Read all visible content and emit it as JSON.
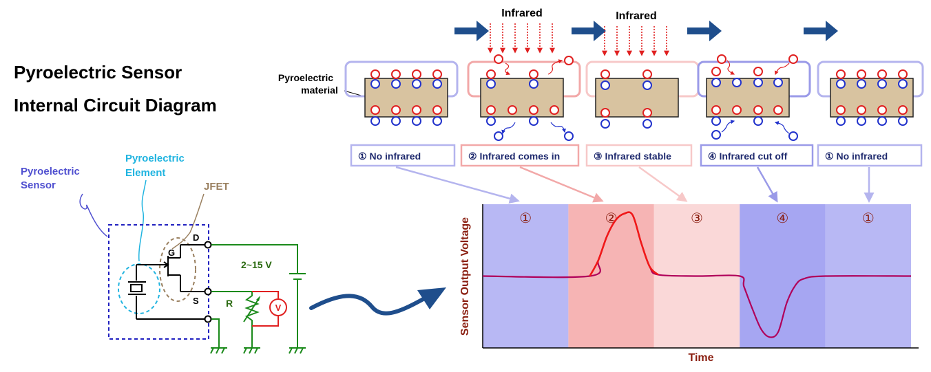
{
  "title": {
    "line1": "Pyroelectric Sensor",
    "line2": "Internal Circuit Diagram"
  },
  "infrared_labels": [
    "Infrared",
    "Infrared"
  ],
  "material_label": {
    "line1": "Pyroelectric",
    "line2": "material"
  },
  "stages": [
    {
      "num": "①",
      "label": "No infrared"
    },
    {
      "num": "②",
      "label": "Infrared comes in"
    },
    {
      "num": "③",
      "label": "Infrared stable"
    },
    {
      "num": "④",
      "label": "Infrared cut off"
    },
    {
      "num": "①",
      "label": "No infrared"
    }
  ],
  "circuit": {
    "sensor_label": {
      "line1": "Pyroelectric",
      "line2": "Sensor"
    },
    "element_label": {
      "line1": "Pyroelectric",
      "line2": "Element"
    },
    "jfet_label": "JFET",
    "pin_d": "D",
    "pin_g": "G",
    "pin_s": "S",
    "voltage": "2~15 V",
    "resistor": "R",
    "meter": "V"
  },
  "chart_data": {
    "type": "line",
    "ylabel": "Sensor Output Voltage",
    "xlabel": "Time",
    "region_labels": [
      "①",
      "②",
      "③",
      "④",
      "①"
    ],
    "series": [
      {
        "x": [
          0,
          0.25,
          0.27,
          0.29,
          0.31,
          0.33,
          0.35,
          0.37,
          0.39,
          0.41,
          0.5,
          0.6,
          0.61,
          0.63,
          0.65,
          0.67,
          0.69,
          0.71,
          0.73,
          0.75,
          0.8,
          1.0
        ],
        "y": [
          0.5,
          0.5,
          0.62,
          0.8,
          0.92,
          0.97,
          0.96,
          0.75,
          0.57,
          0.51,
          0.5,
          0.5,
          0.42,
          0.25,
          0.1,
          0.04,
          0.08,
          0.3,
          0.43,
          0.48,
          0.5,
          0.5
        ]
      }
    ]
  },
  "colors": {
    "title": "#000000",
    "arrow_blue": "#1f4e8c",
    "infrared_red": "#e02020",
    "material": "#d8c3a0",
    "charge_pos": "#e02020",
    "charge_neg": "#2233cc",
    "stage_box_blue": "#b4b4ee",
    "stage_box_red": "#f2a8a8",
    "stage_box_pink": "#f7c8c8",
    "stage_text": "#1f2a6e",
    "sensor_label": "#5050d0",
    "element_label": "#20b4e0",
    "jfet_label": "#9a8060",
    "wire_green": "#1a8a1a",
    "voltage_text": "#2a6a10",
    "meter_red": "#e02020",
    "chart_bg_blue": "#b8b8f4",
    "chart_bg_red": "#f6b4b4",
    "chart_bg_pink": "#fad8d8",
    "chart_bg_darkblue": "#a6a6f2",
    "chart_line": "#b0005a",
    "chart_pulse": "#f01818",
    "axis_label": "#8a1e10"
  }
}
